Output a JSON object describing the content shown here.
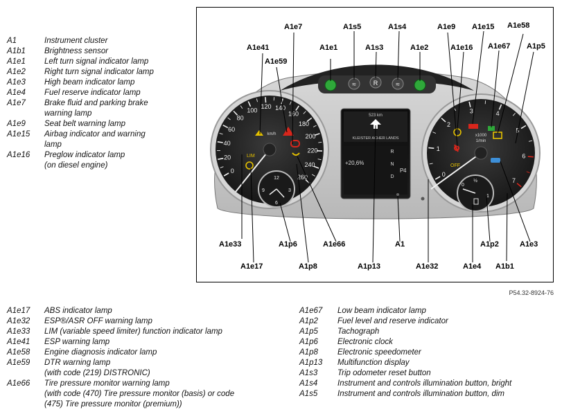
{
  "legend_top": [
    {
      "code": "A1",
      "desc": [
        "Instrument cluster"
      ]
    },
    {
      "code": "A1b1",
      "desc": [
        "Brightness sensor"
      ]
    },
    {
      "code": "A1e1",
      "desc": [
        "Left turn signal indicator lamp"
      ]
    },
    {
      "code": "A1e2",
      "desc": [
        "Right turn signal indicator lamp"
      ]
    },
    {
      "code": "A1e3",
      "desc": [
        "High beam indicator lamp"
      ]
    },
    {
      "code": "A1e4",
      "desc": [
        "Fuel reserve indicator lamp"
      ]
    },
    {
      "code": "A1e7",
      "desc": [
        "Brake fluid and parking brake",
        "warning lamp"
      ]
    },
    {
      "code": "A1e9",
      "desc": [
        "Seat belt warning lamp"
      ]
    },
    {
      "code": "A1e15",
      "desc": [
        "Airbag indicator and warning",
        "lamp"
      ]
    },
    {
      "code": "A1e16",
      "desc": [
        "Preglow indicator lamp",
        "(on diesel engine)"
      ]
    }
  ],
  "legend_bottom_left": [
    {
      "code": "A1e17",
      "desc": [
        "ABS indicator lamp"
      ]
    },
    {
      "code": "A1e32",
      "desc": [
        "ESP®/ASR OFF warning lamp"
      ]
    },
    {
      "code": "A1e33",
      "desc": [
        "LIM (variable speed limiter) function indicator lamp"
      ]
    },
    {
      "code": "A1e41",
      "desc": [
        "ESP warning lamp"
      ]
    },
    {
      "code": "A1e58",
      "desc": [
        "Engine diagnosis indicator lamp"
      ]
    },
    {
      "code": "A1e59",
      "desc": [
        "DTR warning lamp",
        "(with code (219) DISTRONIC)"
      ]
    },
    {
      "code": "A1e66",
      "desc": [
        "Tire pressure monitor warning lamp",
        "(with code (470) Tire pressure monitor (basis) or code",
        "(475) Tire pressure monitor (premium))"
      ]
    }
  ],
  "legend_bottom_right": [
    {
      "code": "A1e67",
      "desc": [
        "Low beam indicator lamp"
      ]
    },
    {
      "code": "A1p2",
      "desc": [
        "Fuel level and reserve indicator"
      ]
    },
    {
      "code": "A1p5",
      "desc": [
        "Tachograph"
      ]
    },
    {
      "code": "A1p6",
      "desc": [
        "Electronic clock"
      ]
    },
    {
      "code": "A1p8",
      "desc": [
        "Electronic speedometer"
      ]
    },
    {
      "code": "A1p13",
      "desc": [
        "Multifunction display"
      ]
    },
    {
      "code": "A1s3",
      "desc": [
        "Trip odometer reset button"
      ]
    },
    {
      "code": "A1s4",
      "desc": [
        "Instrument and controls illumination button, bright"
      ]
    },
    {
      "code": "A1s5",
      "desc": [
        "Instrument and controls illumination button, dim"
      ]
    }
  ],
  "figure_ref": "P54.32-8924-76",
  "callouts": {
    "e7": "A1e7",
    "e41": "A1e41",
    "e59": "A1e59",
    "e1": "A1e1",
    "s5": "A1s5",
    "s3": "A1s3",
    "s4": "A1s4",
    "e2": "A1e2",
    "e9": "A1e9",
    "e16": "A1e16",
    "e15": "A1e15",
    "e67": "A1e67",
    "e58": "A1e58",
    "p5": "A1p5",
    "e33": "A1e33",
    "e17": "A1e17",
    "p6": "A1p6",
    "p8": "A1p8",
    "e66": "A1e66",
    "p13": "A1p13",
    "a1": "A1",
    "e32": "A1e32",
    "e4": "A1e4",
    "p2": "A1p2",
    "b1": "A1b1",
    "e3": "A1e3"
  },
  "speedometer": {
    "ticks": [
      "0",
      "20",
      "40",
      "60",
      "80",
      "100",
      "120",
      "140",
      "160",
      "180",
      "200",
      "220",
      "240",
      "260"
    ],
    "unit": "km/h",
    "lim_label": "LIM"
  },
  "tachometer": {
    "ticks": [
      "0",
      "1",
      "2",
      "3",
      "4",
      "5",
      "6",
      "7"
    ],
    "unit_top": "x1000",
    "unit_bottom": "1/min",
    "off_label": "OFF"
  },
  "clock": {
    "ticks": [
      "12",
      "3",
      "6",
      "9"
    ]
  },
  "fuel_gauge": {
    "ticks": [
      "0",
      "½",
      "1"
    ]
  },
  "display": {
    "distance": "523 km",
    "street": "KLEISTER  ACHER  LANDS",
    "percentage": "+20,6%",
    "gears": [
      "R",
      "N",
      "D"
    ],
    "gear_position": "P",
    "gear_number": "4"
  },
  "buttons": {
    "s3": "R",
    "s4": "≈",
    "s5": "≈"
  },
  "colors": {
    "warning_red": "#d8261c",
    "indicator_green": "#2fa83a",
    "indicator_yellow": "#e6c200",
    "indicator_blue": "#3d8fd8",
    "cluster_dark": "#2a2a2a"
  }
}
